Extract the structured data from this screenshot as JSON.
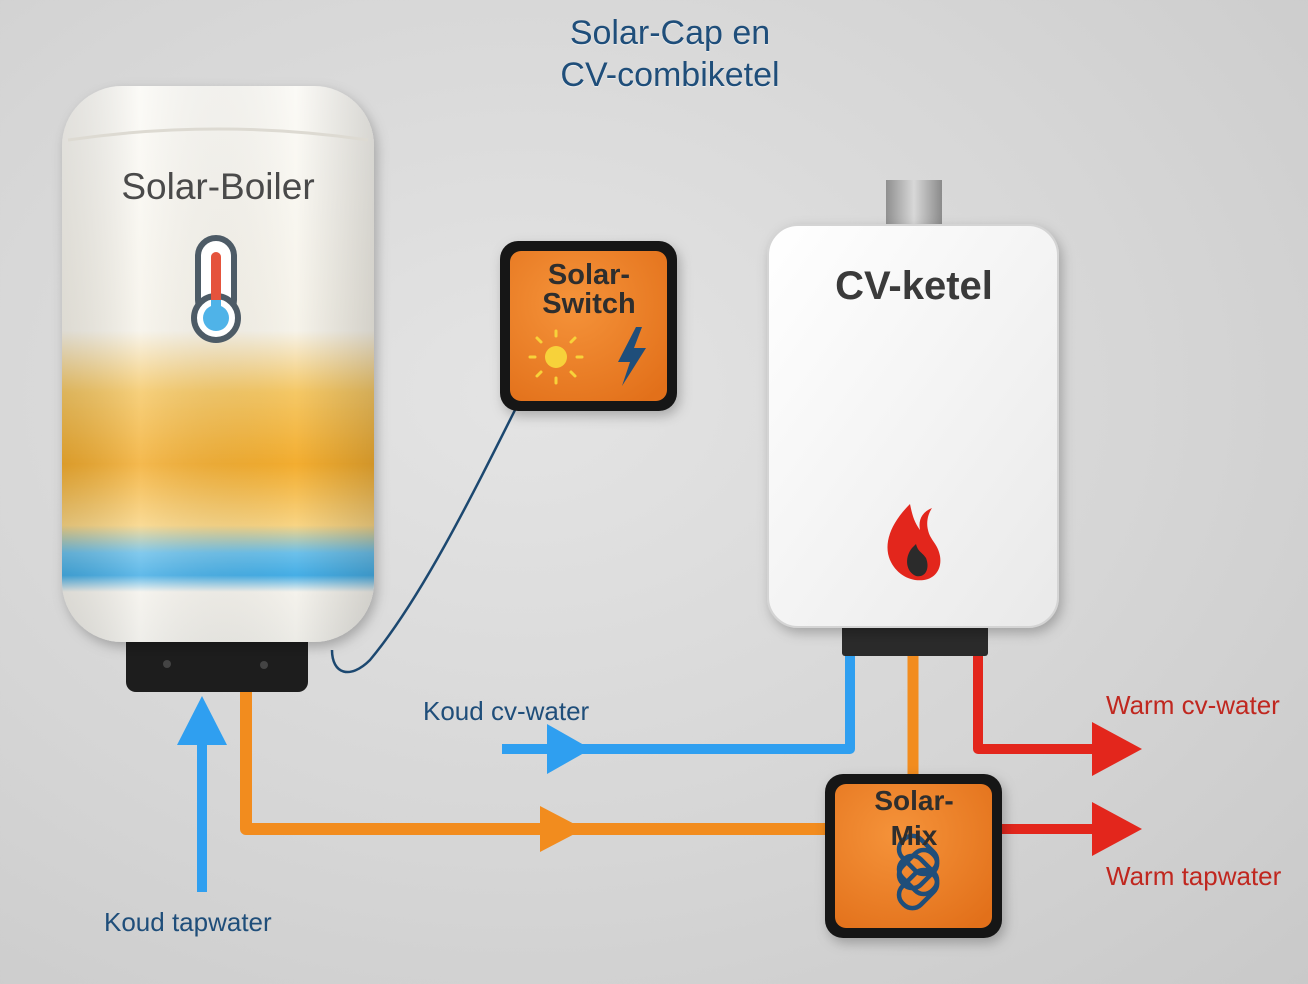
{
  "title": {
    "line1": "Solar-Cap en",
    "line2": "CV-combiketel"
  },
  "boiler": {
    "label": "Solar-Boiler",
    "icon": "thermometer-icon"
  },
  "solar_switch": {
    "line1": "Solar-",
    "line2": "Switch",
    "icons": [
      "sun-icon",
      "lightning-icon"
    ]
  },
  "cv_ketel": {
    "label": "CV-ketel",
    "icon": "flame-icon"
  },
  "solar_mix": {
    "line1": "Solar-",
    "line2": "Mix",
    "icon": "mix-icon"
  },
  "flows": {
    "koud_cv_water": "Koud cv-water",
    "warm_cv_water": "Warm cv-water",
    "warm_tapwater": "Warm tapwater",
    "koud_tapwater": "Koud tapwater"
  },
  "colors": {
    "cold": "#2f9ff0",
    "warm_solar": "#f28c1e",
    "hot": "#e3261c",
    "device_orange": "#ee7f22",
    "text_blue": "#1f4e7a"
  }
}
